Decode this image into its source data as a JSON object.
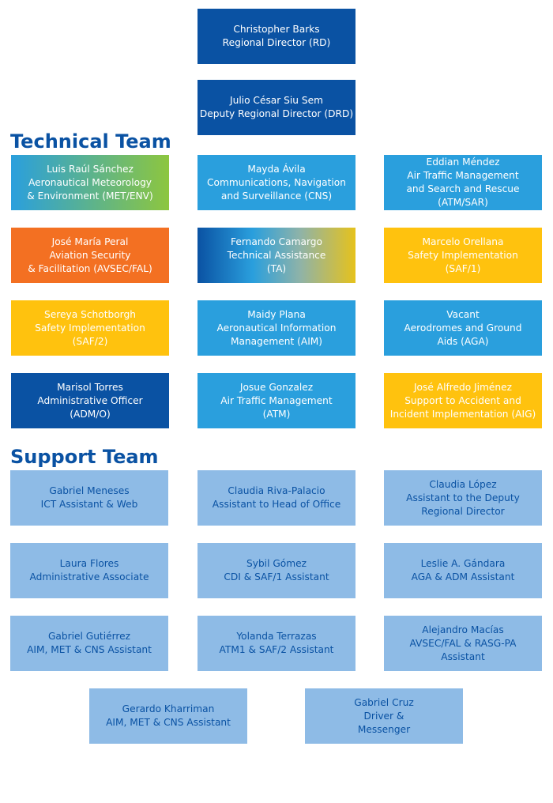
{
  "leadership": [
    {
      "name": "Christopher Barks",
      "lines": [
        "Regional Director (RD)"
      ],
      "color": "#0a52a3"
    },
    {
      "name": "Julio César Siu Sem",
      "lines": [
        "Deputy Regional Director (DRD)"
      ],
      "color": "#0a52a3"
    }
  ],
  "technical_team": {
    "title": "Technical Team",
    "members": [
      {
        "name": "Luis Raúl Sánchez",
        "lines": [
          "Aeronautical Meteorology",
          "& Environment (MET/ENV)"
        ]
      },
      {
        "name": "Mayda Ávila",
        "lines": [
          "Communications, Navigation",
          "and Surveillance (CNS)"
        ]
      },
      {
        "name": "Eddian Méndez",
        "lines": [
          "Air Traffic Management",
          "and Search and Rescue",
          "(ATM/SAR)"
        ]
      },
      {
        "name": "José María Peral",
        "lines": [
          "Aviation Security",
          "& Facilitation (AVSEC/FAL)"
        ]
      },
      {
        "name": "Fernando Camargo",
        "lines": [
          "Technical Assistance",
          "(TA)"
        ]
      },
      {
        "name": "Marcelo Orellana",
        "lines": [
          "Safety Implementation",
          "(SAF/1)"
        ]
      },
      {
        "name": "Sereya Schotborgh",
        "lines": [
          "Safety Implementation",
          "(SAF/2)"
        ]
      },
      {
        "name": "Maidy Plana",
        "lines": [
          "Aeronautical Information",
          "Management (AIM)"
        ]
      },
      {
        "name": "Vacant",
        "lines": [
          "Aerodromes and Ground",
          "Aids (AGA)"
        ]
      },
      {
        "name": "Marisol Torres",
        "lines": [
          "Administrative Officer",
          "(ADM/O)"
        ]
      },
      {
        "name": "Josue Gonzalez",
        "lines": [
          "Air Traffic Management",
          "(ATM)"
        ]
      },
      {
        "name": "José Alfredo Jiménez",
        "lines": [
          "Support to Accident and",
          "Incident Implementation (AIG)"
        ]
      }
    ]
  },
  "support_team": {
    "title": "Support Team",
    "members": [
      {
        "name": "Gabriel Meneses",
        "lines": [
          "ICT Assistant & Web"
        ]
      },
      {
        "name": "Claudia Riva-Palacio",
        "lines": [
          "Assistant to Head of Office"
        ]
      },
      {
        "name": "Claudia López",
        "lines": [
          "Assistant to the Deputy",
          "Regional Director"
        ]
      },
      {
        "name": "Laura Flores",
        "lines": [
          "Administrative Associate"
        ]
      },
      {
        "name": "Sybil Gómez",
        "lines": [
          "CDI & SAF/1 Assistant"
        ]
      },
      {
        "name": "Leslie A. Gándara",
        "lines": [
          "AGA & ADM Assistant"
        ]
      },
      {
        "name": "Gabriel Gutiérrez",
        "lines": [
          "AIM, MET & CNS Assistant"
        ]
      },
      {
        "name": "Yolanda Terrazas",
        "lines": [
          "ATM1 & SAF/2 Assistant"
        ]
      },
      {
        "name": "Alejandro Macías",
        "lines": [
          "AVSEC/FAL & RASG-PA",
          "Assistant"
        ]
      },
      {
        "name": "Gerardo Kharriman",
        "lines": [
          "AIM, MET & CNS Assistant"
        ]
      },
      {
        "name": "Gabriel Cruz",
        "lines": [
          "Driver &",
          "Messenger"
        ]
      }
    ]
  },
  "colors": {
    "dark_blue": "#0a52a3",
    "mid_blue": "#2a9fdd",
    "light_blue": "#8ebbe6",
    "orange": "#f37022",
    "yellow": "#ffc20e",
    "green": "#8dc63f"
  }
}
